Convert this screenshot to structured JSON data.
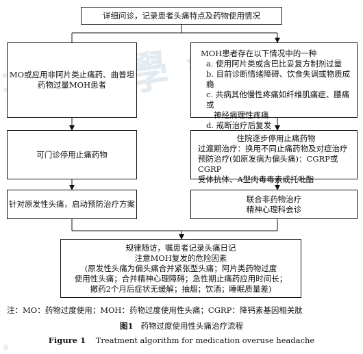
{
  "watermark": "華醫學会",
  "watermark_small": "会",
  "boxes": {
    "top": "详细问诊，记录患者头痛特点及药物使用情况",
    "left1": [
      "MO或应用非阿片类止痛药、曲普坦",
      "药物过量MOH患者"
    ],
    "right1": {
      "title": "MOH患者存在以下情况中的一种",
      "items": [
        "a. 使用阿片类或含巴比妥复方制剂过量",
        "b. 目前诊断情绪障碍、饮食失调或物质成瘾",
        "c. 共病其他慢性疼痛如纤维肌痛症、腰痛或",
        "   神经病理性疼痛",
        "d. 戒断治疗后复发"
      ]
    },
    "left2": "可门诊停用止痛药物",
    "right2": [
      "住院逐步停用止痛药物",
      "过渡期治疗：换用不同止痛药物及对症治疗",
      "预防治疗(如原发病为偏头痛)：CGRP或CGRP",
      "受体抗体、A型肉毒毒素或托吡酯"
    ],
    "left3": "针对原发性头痛，启动预防治疗方案",
    "right3": [
      "联合非药物治疗",
      "精神心理科会诊"
    ],
    "bottom": [
      "规律随访，嘱患者记录头痛日记",
      "注意MOH复发的危险因素",
      "(原发性头痛为偏头痛合并紧张型头痛；阿片类药物过度",
      "使用性头痛；合并精神心理障碍；急性期止痛药应用时间长；",
      "撤药2个月后症状无缓解；抽烟；饮酒；睡眠质量差)"
    ]
  },
  "note": "注：MO：药物过度使用；MOH：药物过度使用性头痛；CGRP：降钙素基因相关肽",
  "caption_cn": {
    "label": "图1",
    "text": "药物过度使用性头痛治疗流程"
  },
  "caption_en": {
    "label": "Figure 1",
    "text": "Treatment algorithm for medication overuse headache"
  }
}
